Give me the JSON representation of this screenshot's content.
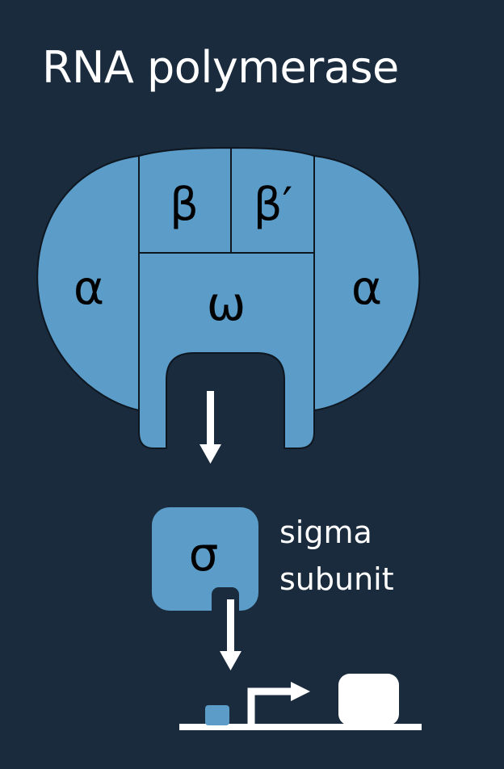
{
  "title": "RNA polymerase",
  "subunits": {
    "alpha_left": "α",
    "alpha_right": "α",
    "beta": "β",
    "beta_prime": "β′",
    "omega": "ω",
    "sigma": "σ"
  },
  "sigma_label": {
    "line1": "sigma",
    "line2": "subunit"
  },
  "colors": {
    "background": "#1a2b3d",
    "subunit_fill": "#5b9cc8",
    "outline": "#0e1620",
    "foreground": "#ffffff"
  }
}
